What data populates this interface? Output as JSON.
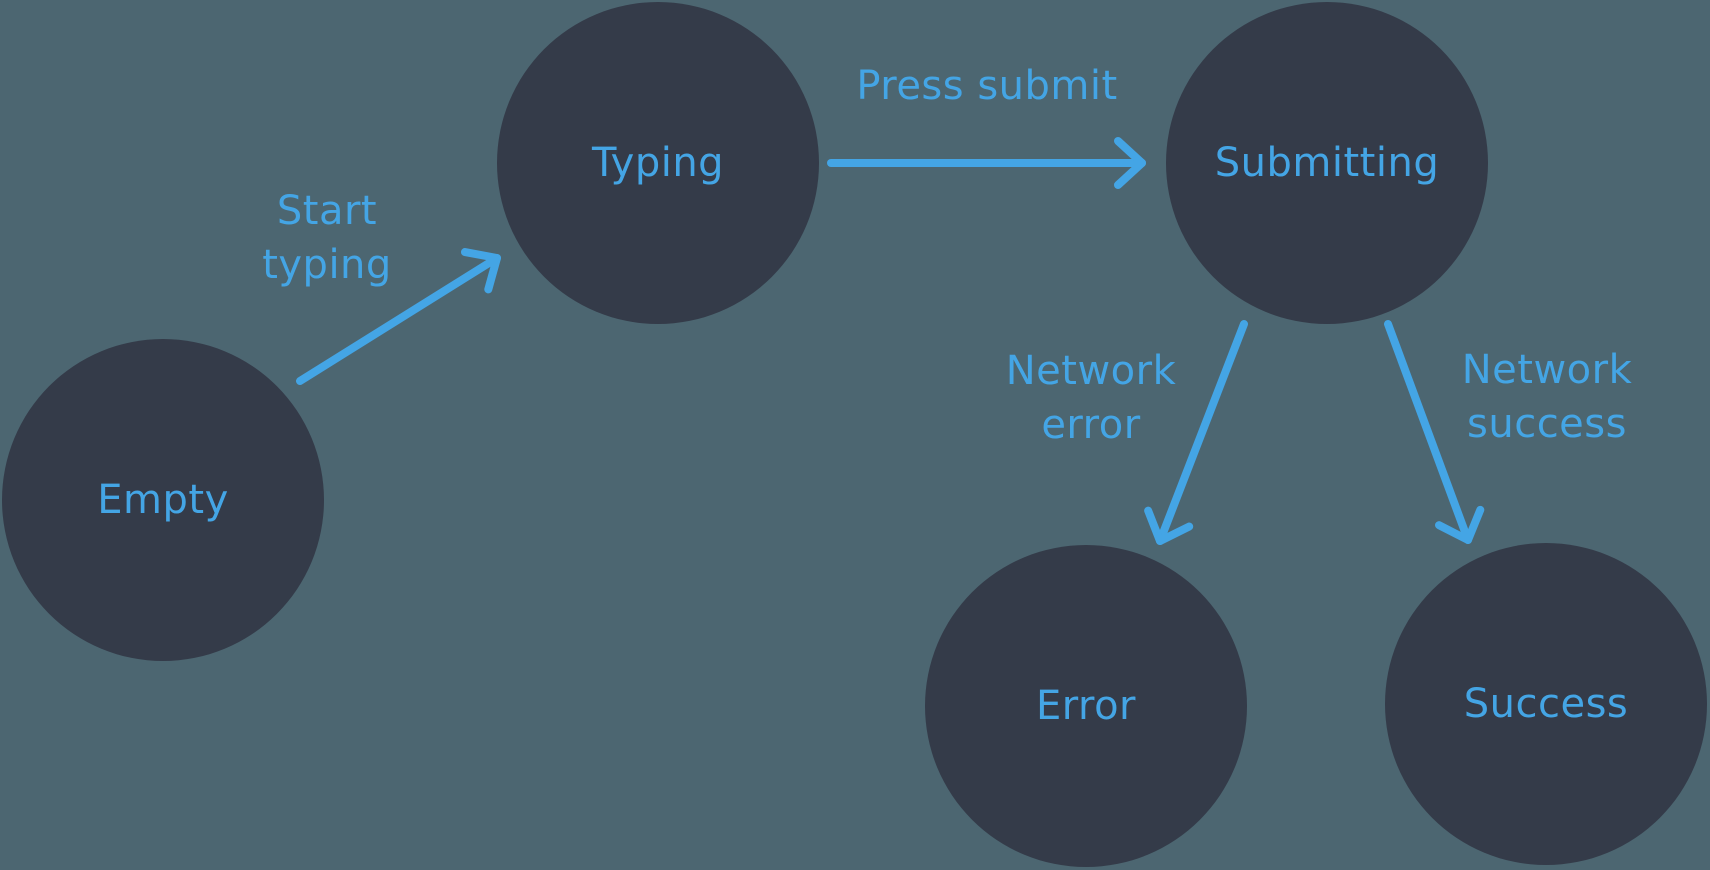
{
  "diagram": {
    "type": "state-machine",
    "colors": {
      "background": "#4C6671",
      "node_fill": "#343B49",
      "accent": "#44A5E5"
    },
    "nodes": [
      {
        "id": "empty",
        "label": "Empty"
      },
      {
        "id": "typing",
        "label": "Typing"
      },
      {
        "id": "submitting",
        "label": "Submitting"
      },
      {
        "id": "error",
        "label": "Error"
      },
      {
        "id": "success",
        "label": "Success"
      }
    ],
    "edges": [
      {
        "id": "start-typing",
        "from": "empty",
        "to": "typing",
        "label": "Start\ntyping"
      },
      {
        "id": "press-submit",
        "from": "typing",
        "to": "submitting",
        "label": "Press submit"
      },
      {
        "id": "network-error",
        "from": "submitting",
        "to": "error",
        "label": "Network\nerror"
      },
      {
        "id": "network-success",
        "from": "submitting",
        "to": "success",
        "label": "Network\nsuccess"
      }
    ]
  }
}
